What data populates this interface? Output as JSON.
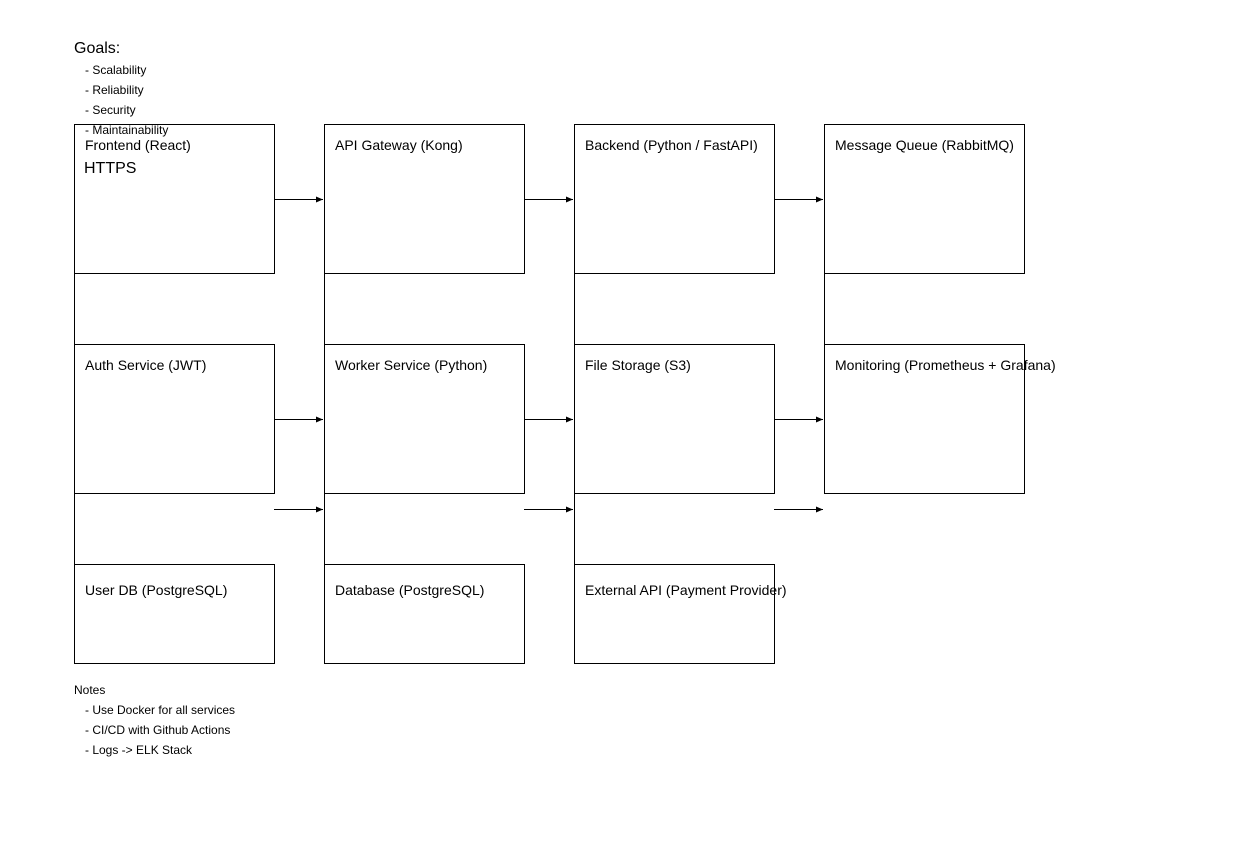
{
  "goals": {
    "title": "Goals:",
    "items": [
      "- Scalability",
      "- Reliability",
      "- Security",
      "- Maintainability"
    ]
  },
  "notes": {
    "title": "Notes",
    "items": [
      "- Use Docker for all services",
      "- CI/CD with Github Actions",
      "- Logs -> ELK Stack"
    ]
  },
  "connection_label": "HTTPS",
  "boxes": {
    "frontend": "Frontend (React)",
    "api_gateway": "API Gateway (Kong)",
    "backend": "Backend (Python / FastAPI)",
    "message_queue": "Message Queue (RabbitMQ)",
    "auth_service": "Auth Service (JWT)",
    "worker_service": "Worker Service (Python)",
    "file_storage": "File Storage (S3)",
    "monitoring": "Monitoring (Prometheus + Grafana)",
    "user_db": "User DB (PostgreSQL)",
    "database": "Database (PostgreSQL)",
    "external_api": "External API (Payment Provider)"
  }
}
